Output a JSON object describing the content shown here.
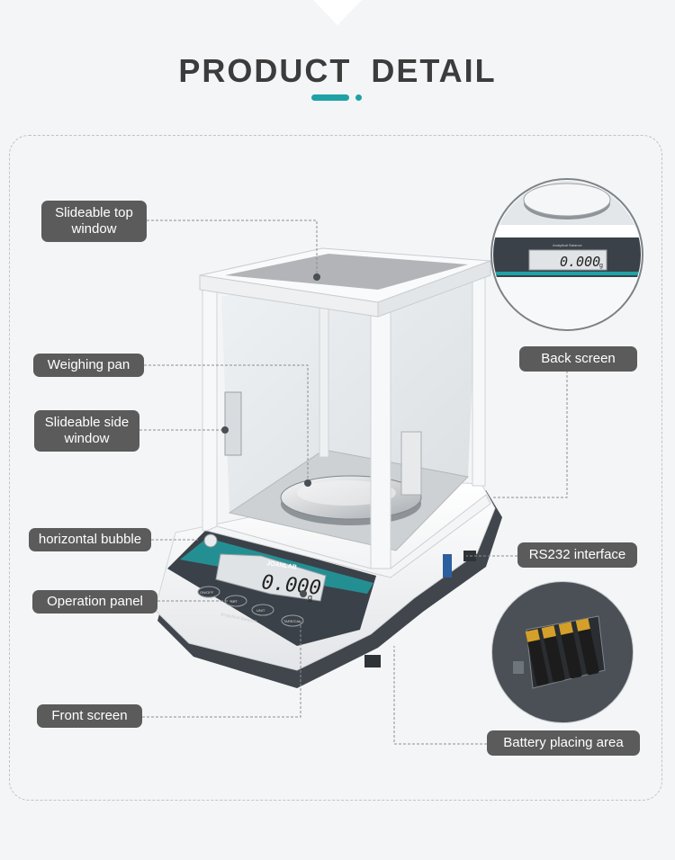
{
  "header": {
    "title": "PRODUCT  DETAIL"
  },
  "labels": {
    "slideable_top_window": "Slideable top window",
    "weighing_pan": "Weighing pan",
    "slideable_side_window": "Slideable side window",
    "horizontal_bubble": "horizontal bubble",
    "operation_panel": "Operation panel",
    "front_screen": "Front screen",
    "back_screen": "Back screen",
    "rs232_interface": "RS232 interface",
    "battery_placing_area": "Battery placing area"
  },
  "device": {
    "brand": "JOANLAB",
    "display_value": "0.000",
    "unit": "g",
    "panel_caption": "Analytical Balance",
    "buttons": [
      "ON/OFF",
      "SET",
      "UNIT",
      "TARE/CAL"
    ]
  },
  "back_screen_view": {
    "caption": "Analytical Balance",
    "display_value": "0.000",
    "unit": "g"
  },
  "colors": {
    "accent": "#1fa2a6",
    "label_bg": "#5b5b5b",
    "panel": "#3b4148"
  }
}
